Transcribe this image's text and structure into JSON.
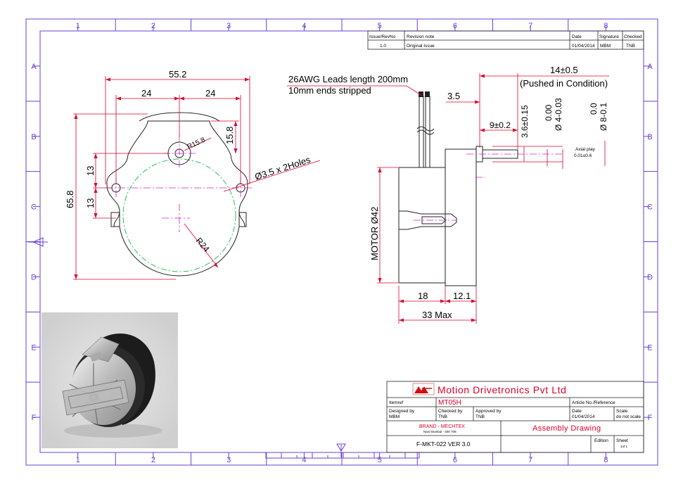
{
  "grid": {
    "cols": [
      "1",
      "2",
      "3",
      "4",
      "5",
      "6",
      "7",
      "8"
    ],
    "rows": [
      "A",
      "B",
      "C",
      "D",
      "E",
      "F"
    ]
  },
  "revision": {
    "headers": [
      "Issue/RevNo",
      "Revision note",
      "Date",
      "Signature",
      "Checked"
    ],
    "row": [
      "1.0",
      "Original Issue",
      "01/04/2014",
      "MBM",
      "TNB"
    ]
  },
  "front": {
    "width": "55.2",
    "half_left": "24",
    "half_right": "24",
    "height": "65.8",
    "upper": "13",
    "lower": "13",
    "top_radius": "R15.8",
    "top_dim": "15.8",
    "holes": "Ø3.5 x 2Holes",
    "body_radius": "R24"
  },
  "side": {
    "leads_line1": "26AWG Leads length 200mm",
    "leads_line2": "10mm ends stripped",
    "boss": "3.5",
    "overall": "14±0.5",
    "pushed": "(Pushed in Condition)",
    "shaft_len": "9±0.2",
    "shaft_step": "3.6±0.15",
    "dia_small_tol": "0.00",
    "dia_small": "Ø 4-0.03",
    "dia_large_tol": "0.0",
    "dia_large": "Ø 8-0.1",
    "axial_label": "Axial play",
    "axial_value": "0.01≤0.6",
    "motor": "MOTOR Ø42",
    "body": "18",
    "gearbox": "12.1",
    "max": "33 Max"
  },
  "title_block": {
    "company": "Motion Drivetronics Pvt Ltd",
    "item_ref_label": "Itemref",
    "item_ref": "MT05H",
    "article_label": "Article No./Reference",
    "designed_label": "Designed by",
    "designed": "MBM",
    "checked_label": "Checked by",
    "checked": "TNB",
    "approved_label": "Approved by",
    "approved": "TNB",
    "date_label": "Date",
    "date": "01/04/2014",
    "scale_label": "Scale",
    "scale": "do not scale",
    "brand": "BRAND - MECHTEX",
    "brand_sub": "Navi Mumbai - 400 709.",
    "title": "Assembly Drawing",
    "doc_no": "F-MKT-022 VER 3.0",
    "edition_label": "Edition",
    "sheet_label": "Sheet",
    "sheet": "1of 1"
  },
  "colors": {
    "frame": "#6a3fd4",
    "dim": "#e0002a",
    "center": "#d020d0",
    "green": "#22c25a",
    "ink": "#111111"
  }
}
